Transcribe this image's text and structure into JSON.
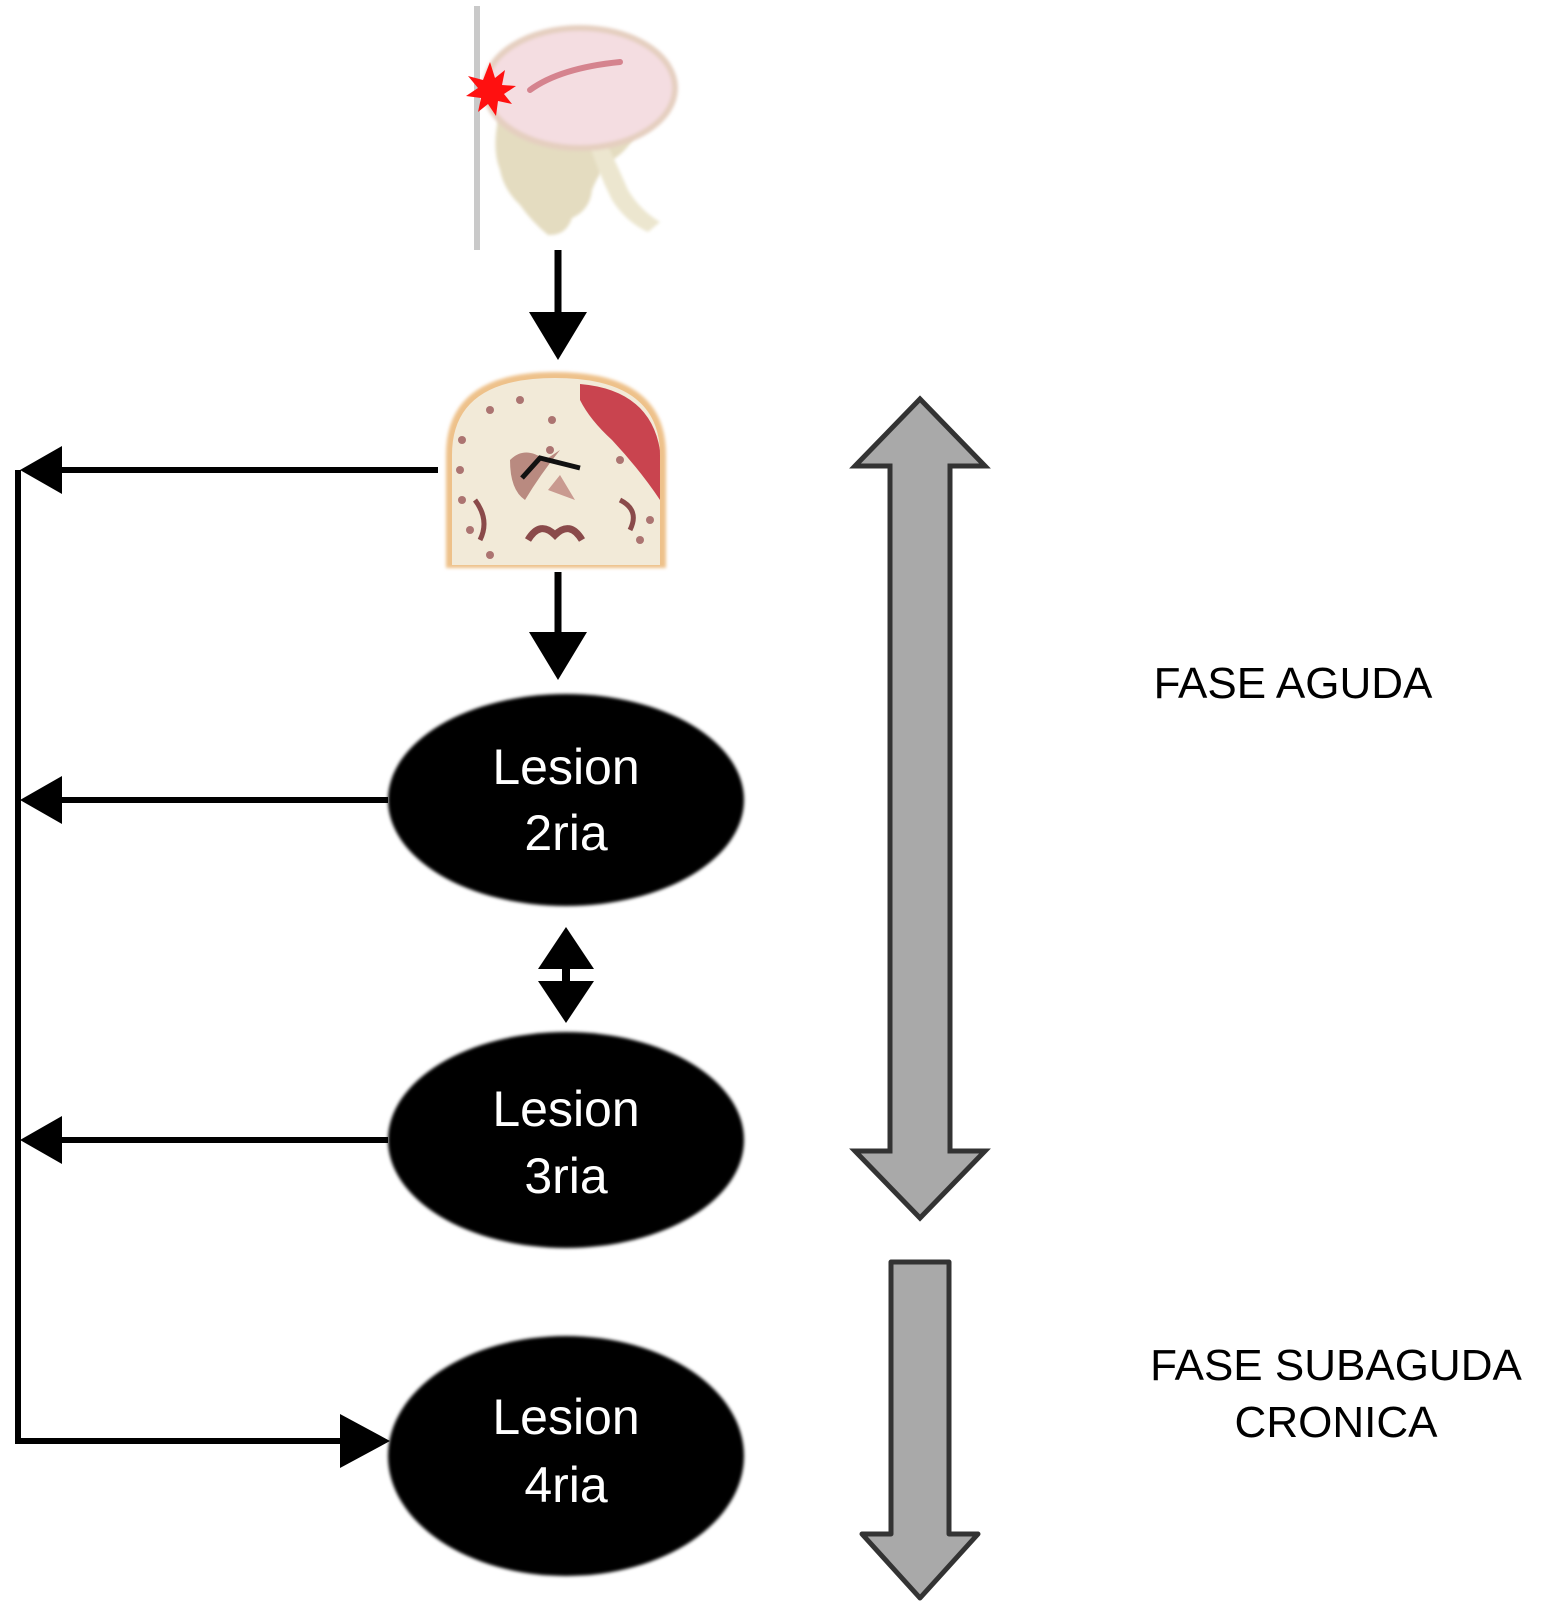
{
  "figure": {
    "type": "flow-diagram",
    "colors": {
      "node_fill": "#000000",
      "node_text": "#ffffff",
      "connector": "#000000",
      "phase_arrow_fill": "#a9a9a9",
      "phase_arrow_stroke": "#333333",
      "impact_star": "#ff0000"
    },
    "illustrations": [
      {
        "id": "head-impact",
        "description": "Skull and brain in sagittal view with red impact burst at the forehead"
      },
      {
        "id": "coronal-brain",
        "description": "Coronal brain section with red hemorrhage over right hemisphere"
      }
    ],
    "nodes": [
      {
        "id": "lesion-2",
        "line1": "Lesion",
        "line2": "2ria"
      },
      {
        "id": "lesion-3",
        "line1": "Lesion",
        "line2": "3ria"
      },
      {
        "id": "lesion-4",
        "line1": "Lesion",
        "line2": "4ria"
      }
    ],
    "phases": [
      {
        "id": "acute",
        "lines": [
          "FASE AGUDA"
        ],
        "arrow": "bidirectional"
      },
      {
        "id": "subacute-chronic",
        "lines": [
          "FASE SUBAGUDA",
          "CRONICA"
        ],
        "arrow": "down"
      }
    ],
    "edges": [
      {
        "from": "head-impact",
        "to": "coronal-brain",
        "style": "down-arrow"
      },
      {
        "from": "coronal-brain",
        "to": "lesion-2",
        "style": "down-arrow"
      },
      {
        "from": "lesion-2",
        "to": "lesion-3",
        "style": "bidirectional"
      },
      {
        "from": "coronal-brain",
        "to": "feedback-line",
        "style": "left-arrow"
      },
      {
        "from": "lesion-2",
        "to": "feedback-line",
        "style": "left-arrow"
      },
      {
        "from": "lesion-3",
        "to": "feedback-line",
        "style": "left-arrow"
      },
      {
        "from": "feedback-line",
        "to": "lesion-4",
        "style": "right-arrow"
      }
    ]
  }
}
